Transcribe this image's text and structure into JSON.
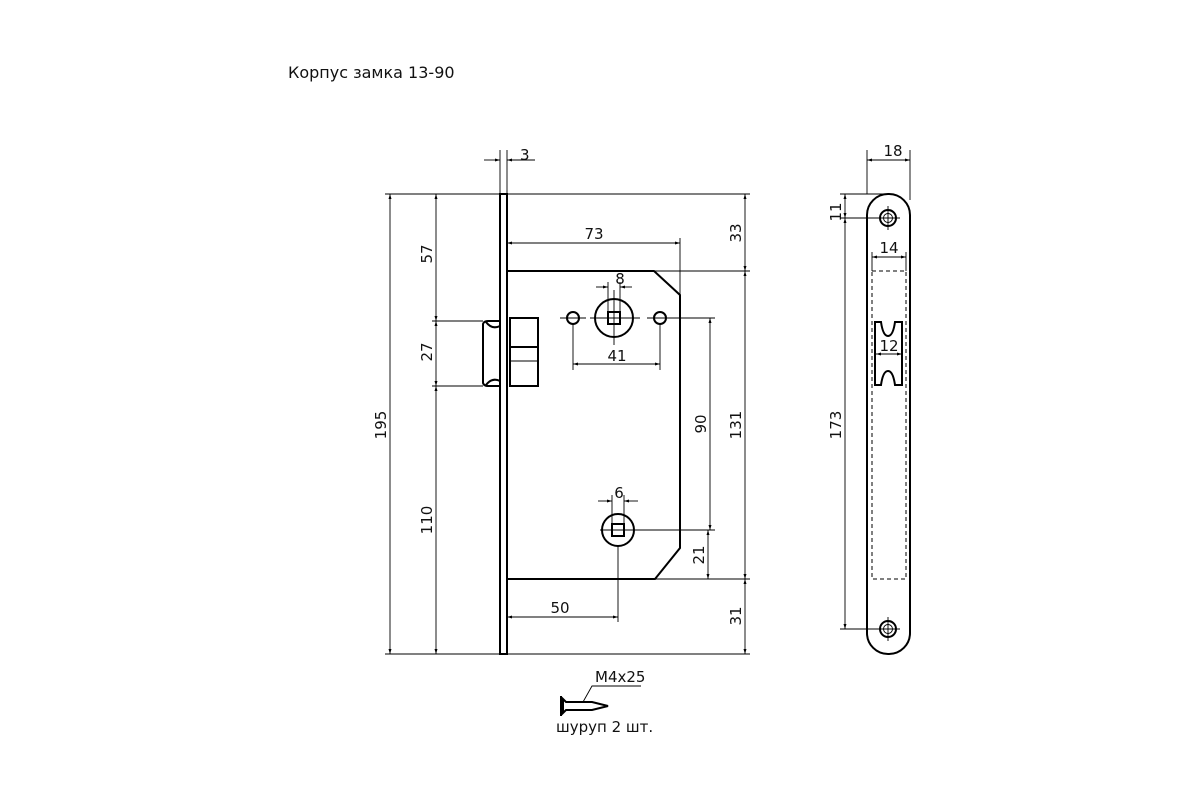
{
  "title": "Корпус замка 13-90",
  "front_view": {
    "dims": {
      "faceplate_thickness": "3",
      "total_height": "195",
      "top_to_latch": "57",
      "latch_height": "27",
      "latch_to_bottom": "110",
      "body_depth": "73",
      "top_offset": "33",
      "body_height": "131",
      "bottom_offset": "31",
      "spindle_square": "8",
      "screw_hole_spacing": "41",
      "center_distance": "90",
      "lower_to_bottom": "21",
      "lower_square": "6",
      "backset": "50"
    }
  },
  "side_view": {
    "dims": {
      "plate_width": "18",
      "hole_offset": "11",
      "hole_spacing": "173",
      "cutout_width": "14",
      "latch_width": "12"
    }
  },
  "screw": {
    "size": "M4x25",
    "note": "шуруп 2 шт."
  }
}
